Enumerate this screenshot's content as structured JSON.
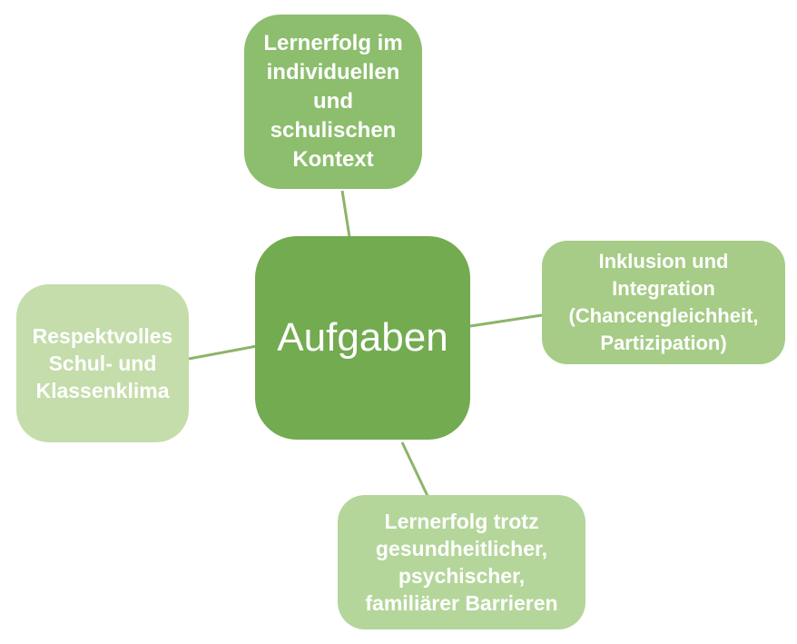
{
  "diagram": {
    "background": "#FFFFFF",
    "text_color": "#FFFFFF",
    "connector_color": "#8BB569",
    "center": {
      "label": "Aufgaben",
      "fill": "#73AB50"
    },
    "nodes": {
      "top": {
        "label": "Lernerfolg im\nindividuellen\nund\nschulischen\nKontext",
        "fill": "#8CBE6D"
      },
      "right": {
        "label": "Inklusion und\nIntegration\n(Chancengleichheit,\nPartizipation)",
        "fill": "#A6CC87"
      },
      "bottom": {
        "label": "Lernerfolg trotz\ngesundheitlicher,\npsychischer,\nfamiliärer Barrieren",
        "fill": "#B4D69A"
      },
      "left": {
        "label": "Respektvolles\nSchul- und\nKlassenklima",
        "fill": "#C4DDAB"
      }
    }
  }
}
